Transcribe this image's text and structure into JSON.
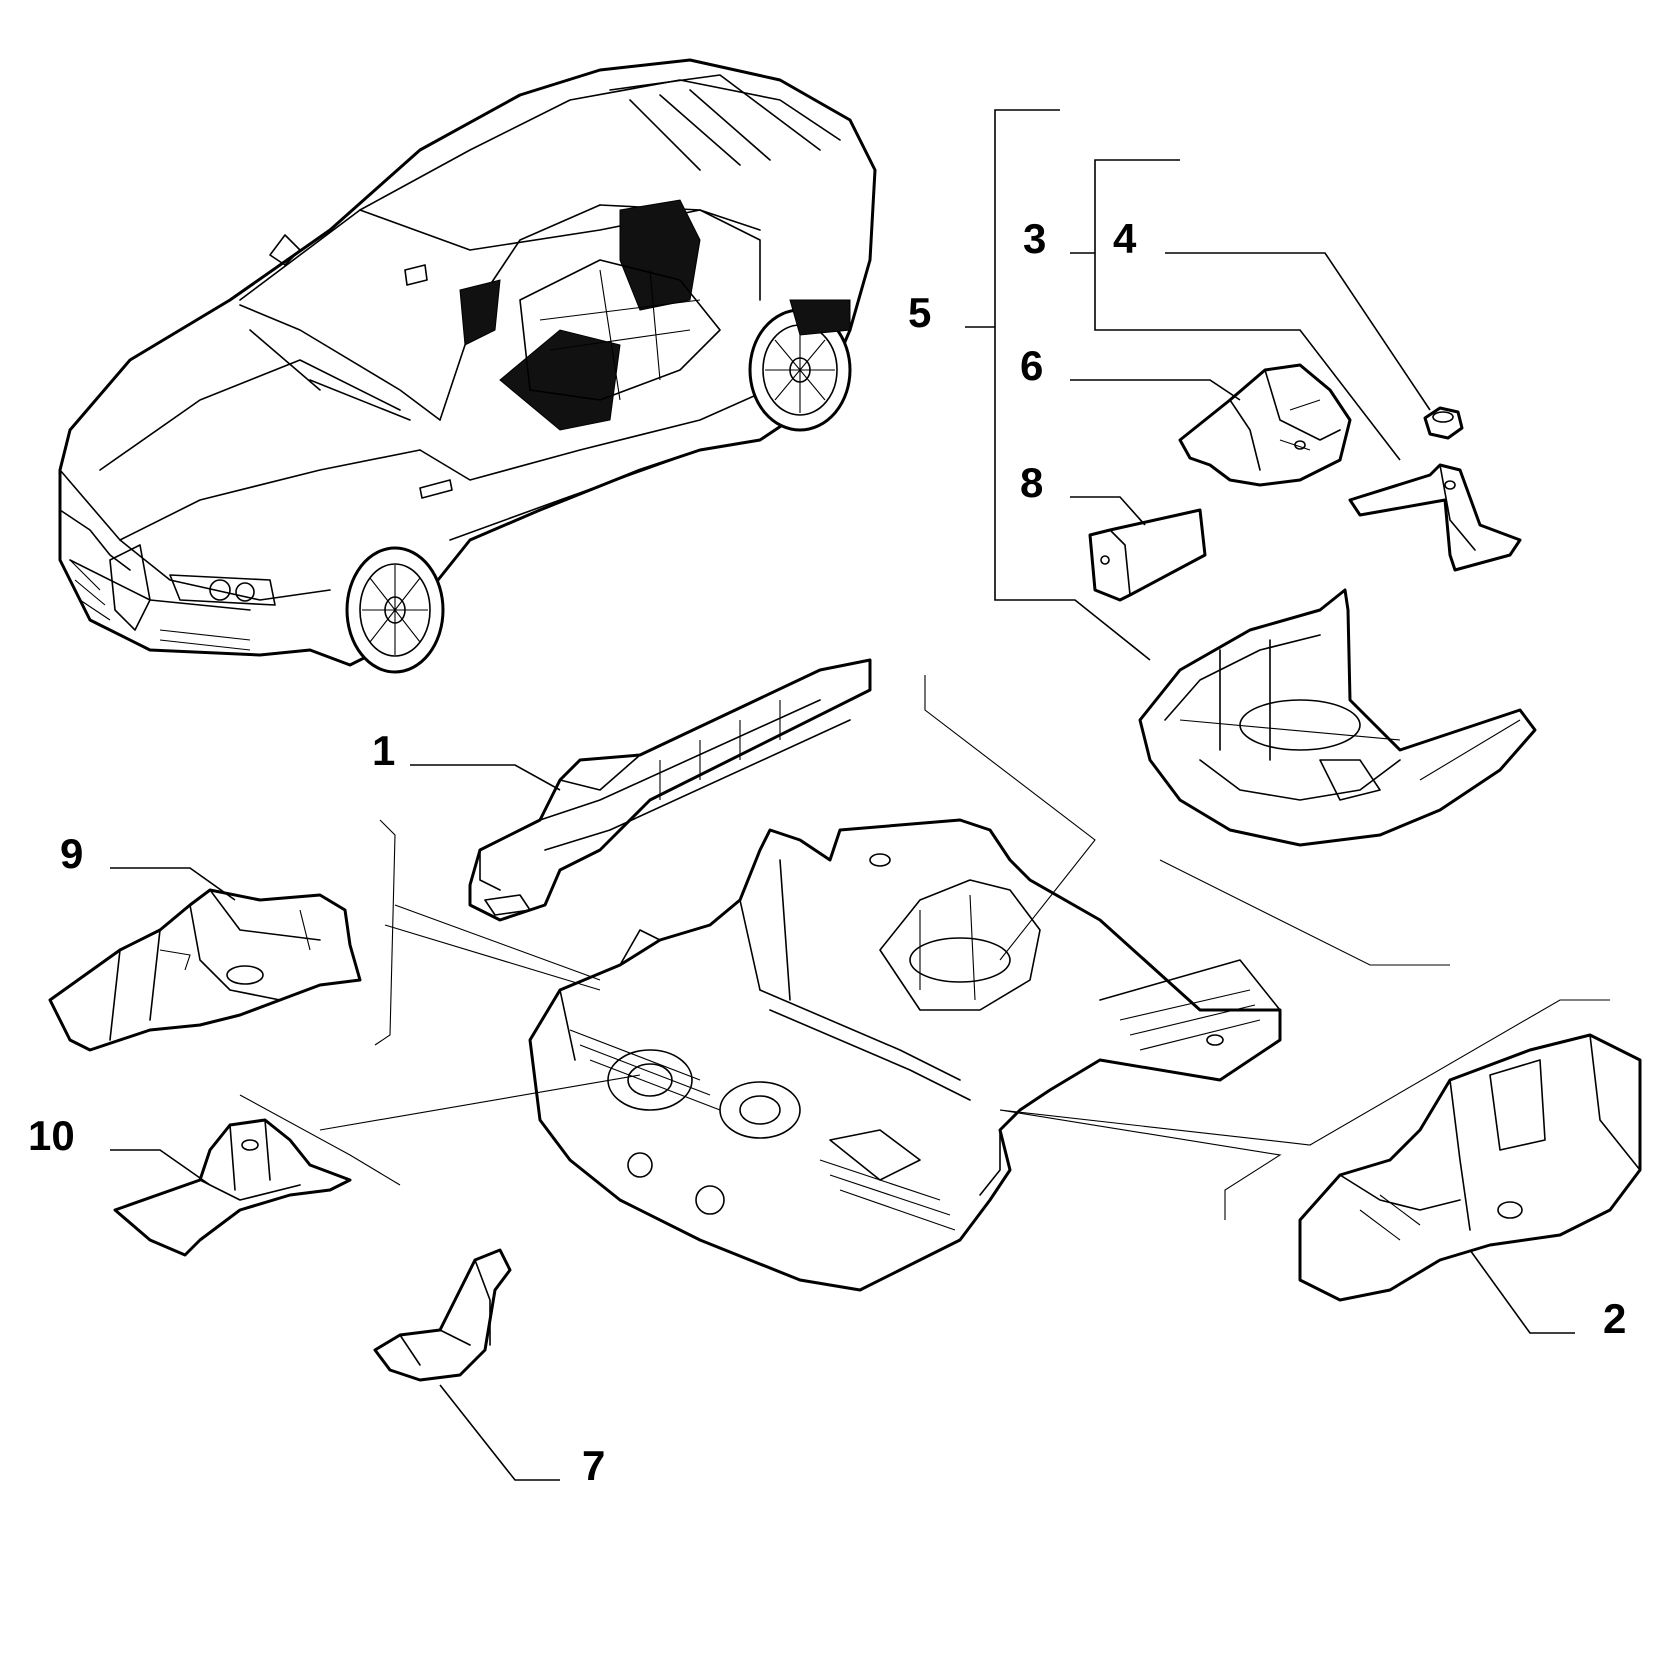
{
  "callouts": {
    "c1": "1",
    "c2": "2",
    "c3": "3",
    "c4": "4",
    "c5": "5",
    "c6": "6",
    "c7": "7",
    "c8": "8",
    "c9": "9",
    "c10": "10"
  },
  "colors": {
    "line": "#000000",
    "background": "#ffffff",
    "insulation": "#111111"
  }
}
